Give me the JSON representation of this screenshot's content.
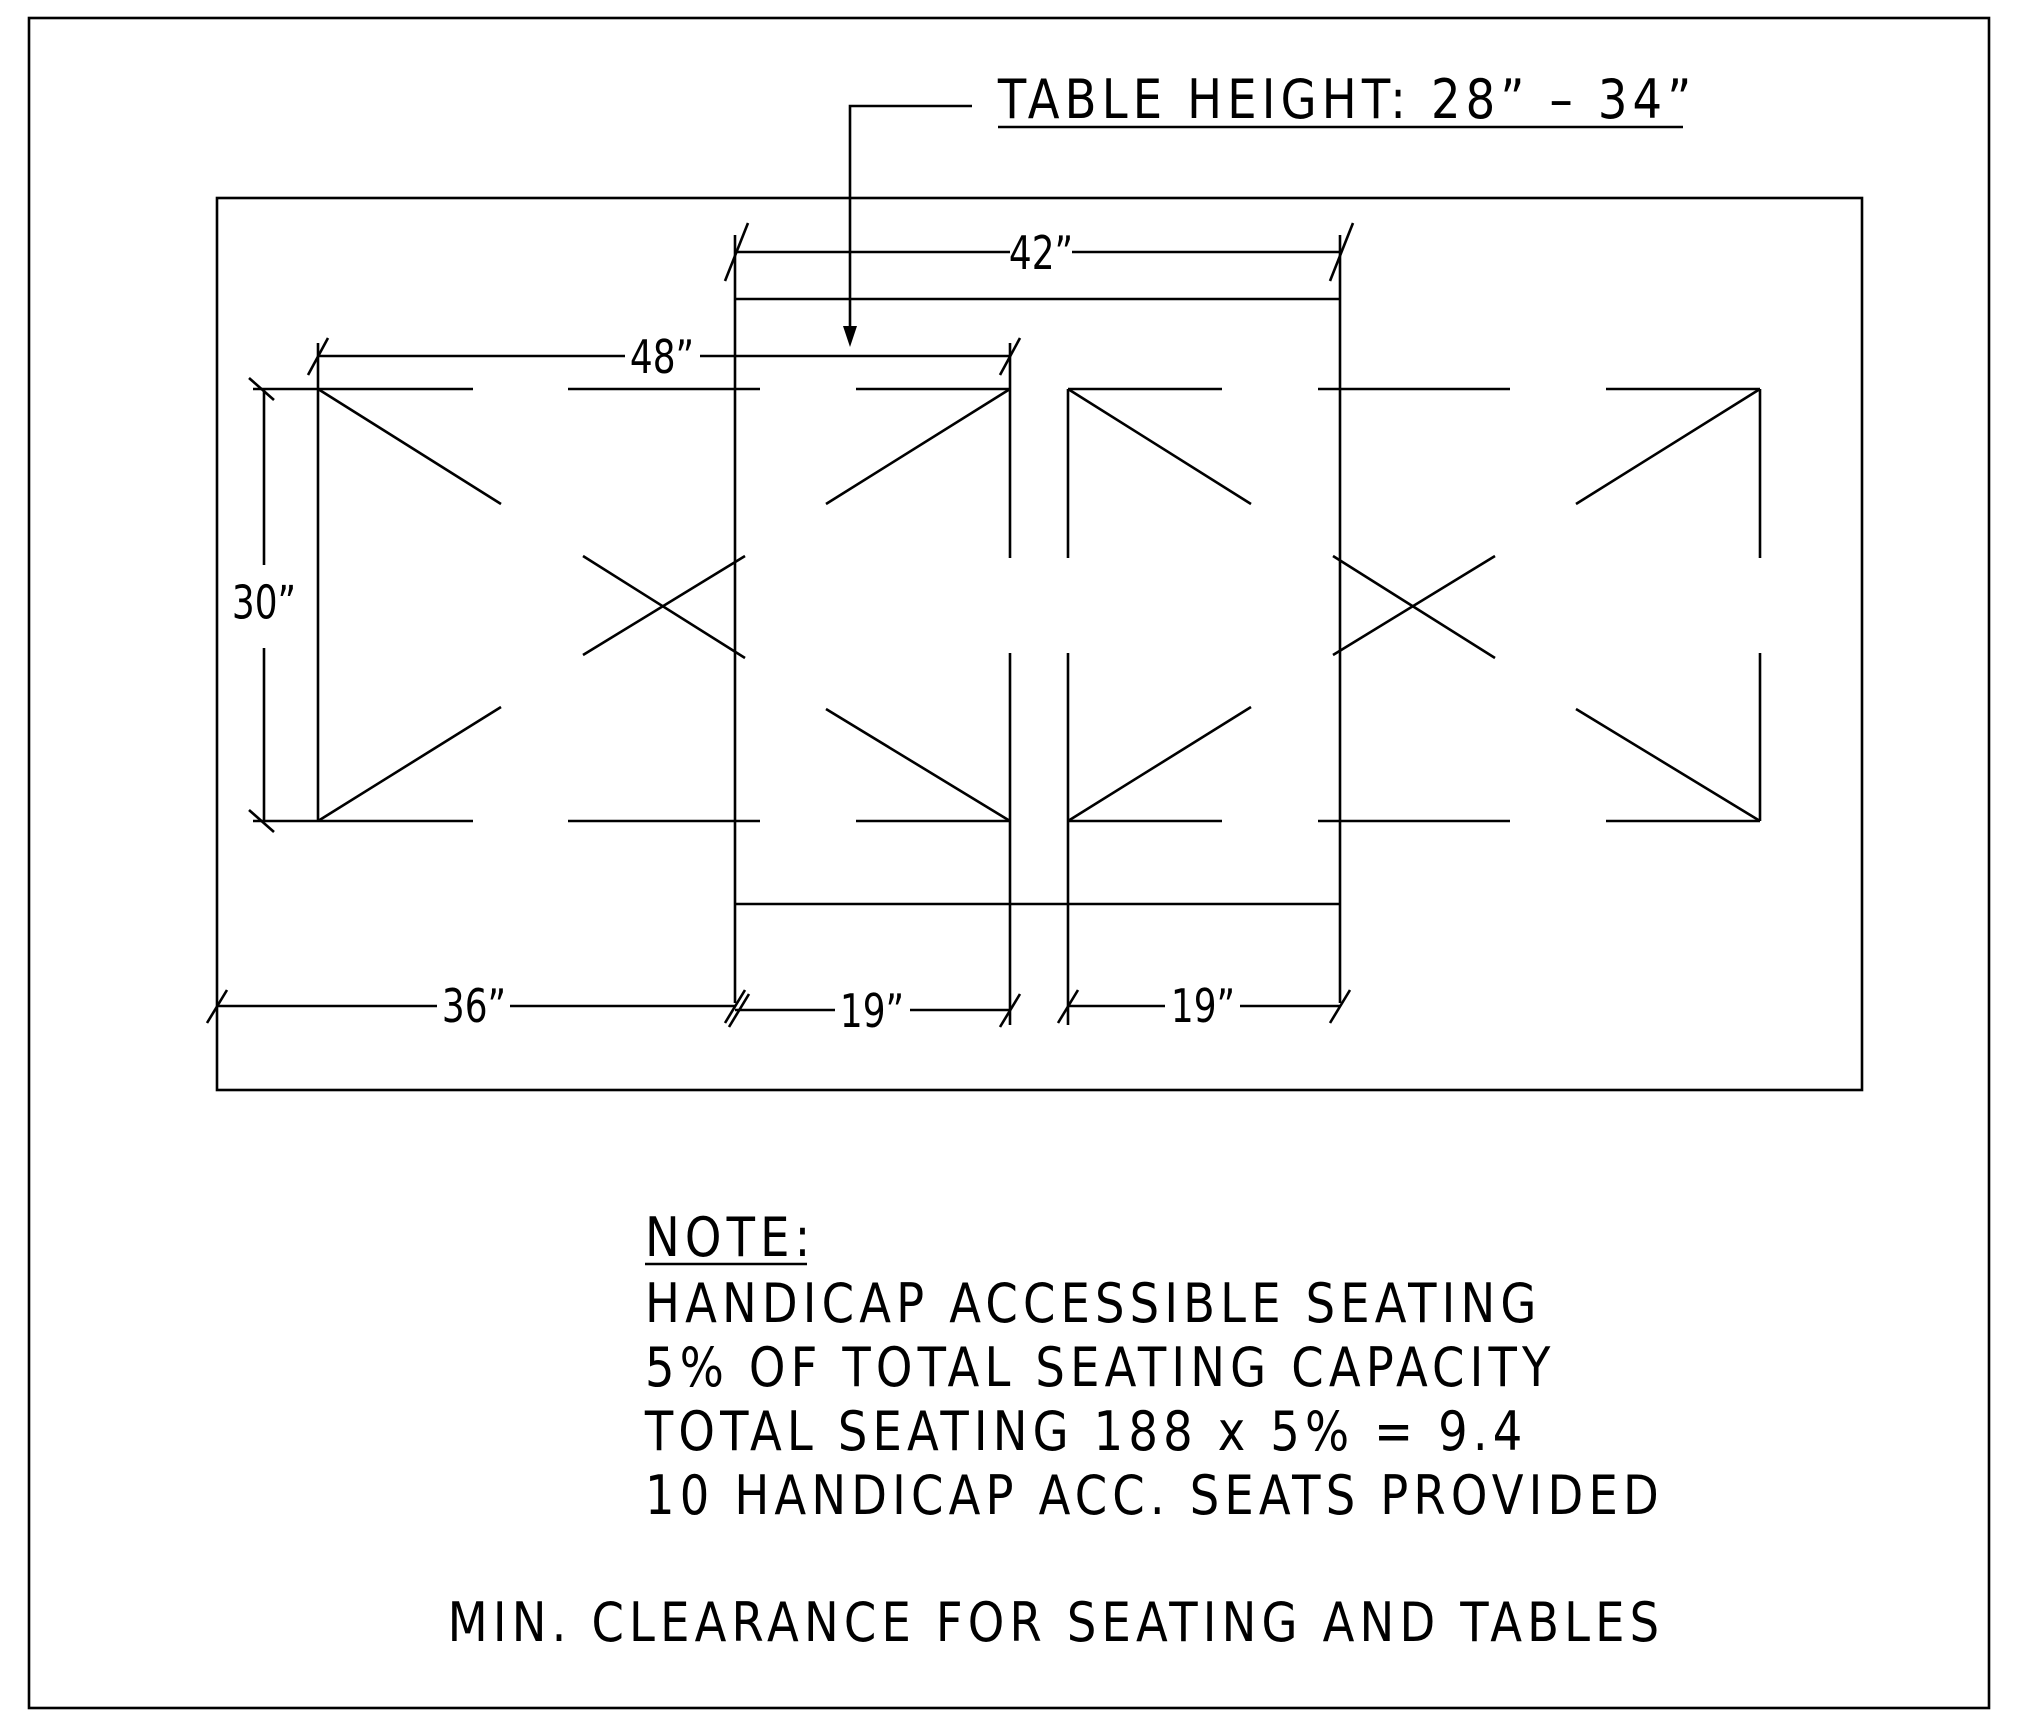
{
  "drawing": {
    "table_height_label": "TABLE HEIGHT:  28” – 34”",
    "dimensions": {
      "width_42": "42”",
      "width_48": "48”",
      "height_30": "30”",
      "clearance_36": "36”",
      "leg_left_19": "19”",
      "leg_right_19": "19”"
    }
  },
  "note": {
    "heading": "NOTE:",
    "lines": [
      "HANDICAP ACCESSIBLE SEATING",
      "5% OF TOTAL SEATING CAPACITY",
      "TOTAL SEATING 188 x 5% = 9.4",
      "10 HANDICAP ACC. SEATS PROVIDED"
    ]
  },
  "caption": "MIN. CLEARANCE FOR SEATING AND TABLES"
}
